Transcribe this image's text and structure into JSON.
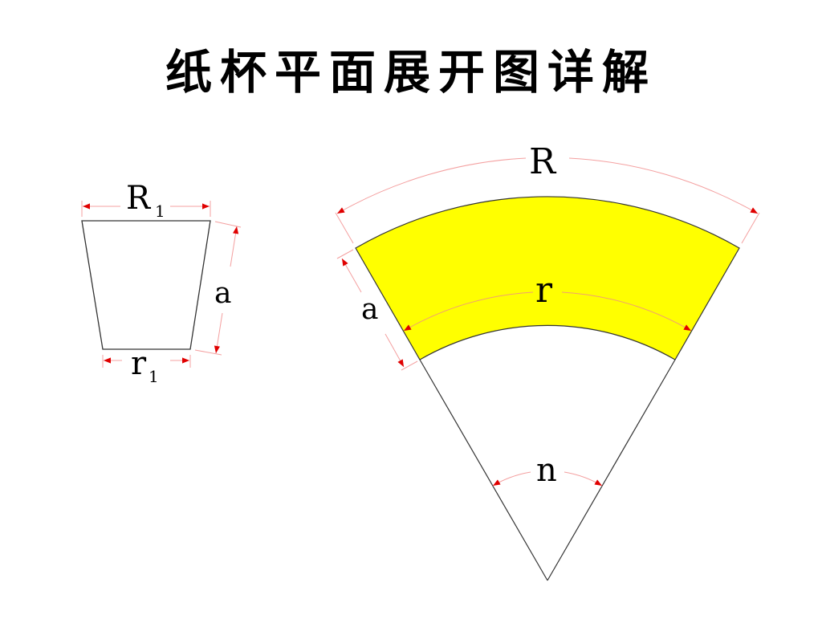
{
  "title": "纸杯平面展开图详解",
  "colors": {
    "fill": "#ffff00",
    "outline": "#333333",
    "dimension_line": "#f4a0a0",
    "arrow": "#e00000",
    "text": "#000000"
  },
  "cup_side_view": {
    "shape": "trapezoid",
    "top_width_label": "R",
    "top_width_subscript": "1",
    "bottom_width_label": "r",
    "bottom_width_subscript": "1",
    "slant_height_label": "a"
  },
  "unrolled_sector": {
    "shape": "annular-sector",
    "outer_arc_label": "R",
    "inner_arc_label": "r",
    "slant_label": "a",
    "angle_label": "n"
  }
}
